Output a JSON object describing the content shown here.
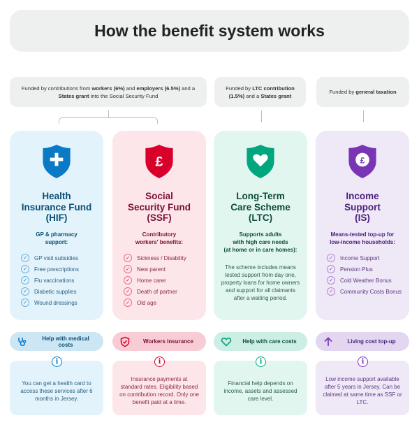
{
  "title": "How the benefit system works",
  "funding": [
    {
      "segments": [
        {
          "t": "Funded by contributions from ",
          "b": false
        },
        {
          "t": "workers (6%)",
          "b": true
        },
        {
          "t": " and ",
          "b": false
        },
        {
          "t": "employers (6.5%)",
          "b": true
        },
        {
          "t": " and a ",
          "b": false
        },
        {
          "t": "States grant",
          "b": true
        },
        {
          "t": " into the Social Security Fund",
          "b": false
        }
      ]
    },
    {
      "segments": [
        {
          "t": "Funded by ",
          "b": false
        },
        {
          "t": "LTC contribution (1.5%)",
          "b": true
        },
        {
          "t": " and a ",
          "b": false
        },
        {
          "t": "States grant",
          "b": true
        }
      ]
    },
    {
      "segments": [
        {
          "t": "Funded by ",
          "b": false
        },
        {
          "t": "general taxation",
          "b": true
        }
      ]
    }
  ],
  "columns": [
    {
      "id": "hif",
      "icon": "shield-plus-icon",
      "title": [
        "Health",
        "Insurance Fund",
        "(HIF)"
      ],
      "subtitle": [
        "GP & pharmacy",
        "support:"
      ],
      "items": [
        "GP visit subsidies",
        "Free prescriptions",
        "Flu vaccinations",
        "Diabetic supplies",
        "Wound dressings"
      ],
      "pill": {
        "label": "Help with medical costs",
        "icon": "stethoscope-icon"
      },
      "info": "You can get a health card to access these services after 6 months in Jersey.",
      "colors": {
        "accent": "#0a7ac6",
        "title": "#0b4f75",
        "text": "#2a5f80",
        "bg": "#e3f3fb",
        "pill": "#cde6f4"
      }
    },
    {
      "id": "ssf",
      "icon": "shield-pound-icon",
      "title": [
        "Social",
        "Security Fund",
        "(SSF)"
      ],
      "subtitle": [
        "Contributory",
        "workers' benefits:"
      ],
      "items": [
        "Sickness / Disability",
        "New parent",
        "Home carer",
        "Death of partner",
        "Old age"
      ],
      "pill": {
        "label": "Workers insurance",
        "icon": "shield-check-icon"
      },
      "info": "Insurance payments at standard rates. Eligibility based on contribution record. Only one benefit paid at a time.",
      "colors": {
        "accent": "#d8002a",
        "title": "#7a0f33",
        "text": "#8a2a45",
        "bg": "#fde6ea",
        "pill": "#f8ccd4"
      }
    },
    {
      "id": "ltc",
      "icon": "shield-heart-icon",
      "title": [
        "Long-Term",
        "Care Scheme",
        "(LTC)"
      ],
      "subtitle": [
        "Supports adults",
        "with high care needs",
        "(at home or in care homes):"
      ],
      "description": "The scheme includes means tested support from day one, property loans for home owners and support for all claimants after a waiting period.",
      "pill": {
        "label": "Help with care costs",
        "icon": "heart-icon"
      },
      "info": "Financial help depends on income, assets and assessed care level.",
      "colors": {
        "accent": "#00a67e",
        "title": "#0c4d3a",
        "text": "#2a5e4e",
        "bg": "#e2f6f0",
        "pill": "#cdeee4"
      }
    },
    {
      "id": "is",
      "icon": "shield-pound-coin-icon",
      "title": [
        "Income",
        "Support",
        "(IS)"
      ],
      "subtitle": [
        "Means-tested top-up for",
        "low-income households:"
      ],
      "items": [
        "Income Support",
        "Pension Plus",
        "Cold Weather Bonus",
        "Community Costs Bonus"
      ],
      "pill": {
        "label": "Living cost top-up",
        "icon": "arrow-up-icon"
      },
      "info": "Low income support available after 5 years in Jersey. Can be claimed at same time as SSF or LTC.",
      "colors": {
        "accent": "#7a35b5",
        "title": "#4a1f7a",
        "text": "#5e3a85",
        "bg": "#efe8f7",
        "pill": "#e2d6f1"
      }
    }
  ]
}
